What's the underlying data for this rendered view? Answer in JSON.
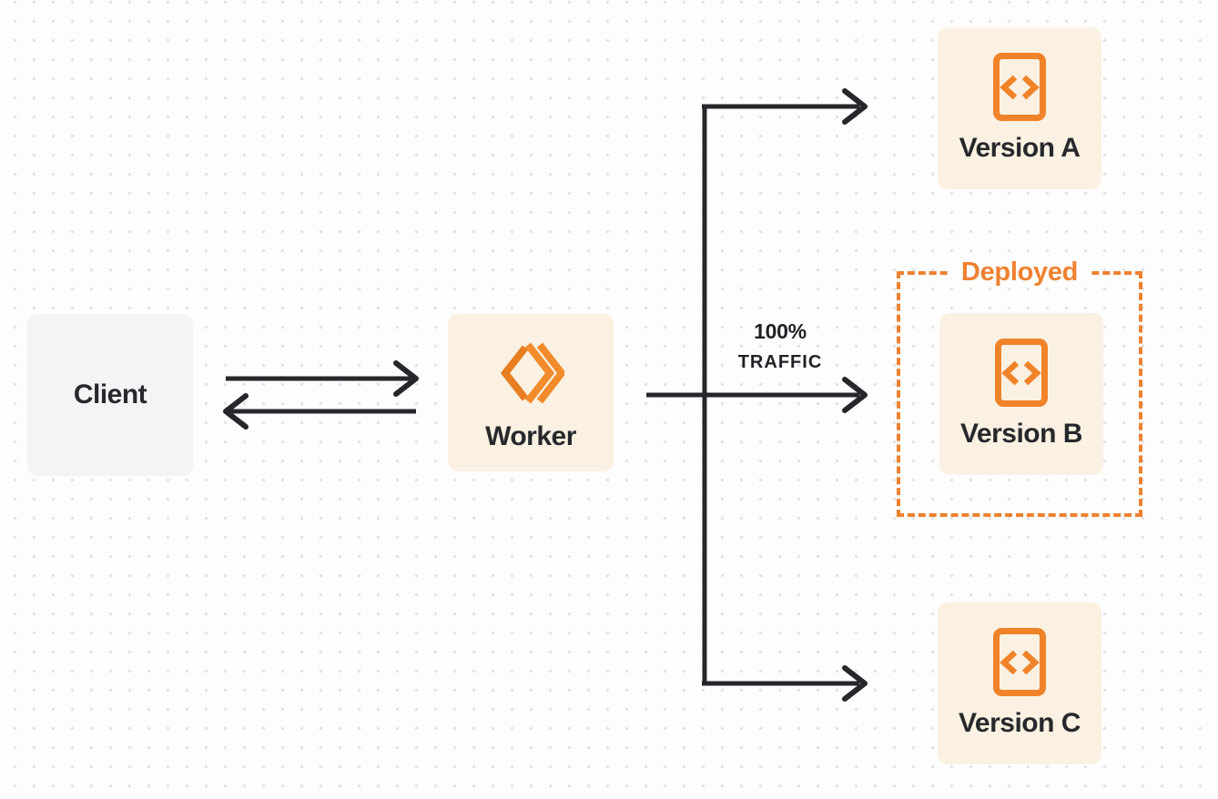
{
  "diagram": {
    "title": "worker-traffic-routing-diagram",
    "nodes": {
      "client": {
        "label": "Client"
      },
      "worker": {
        "label": "Worker"
      },
      "version_a": {
        "label": "Version A"
      },
      "version_b": {
        "label": "Version B"
      },
      "version_c": {
        "label": "Version C"
      }
    },
    "annotations": {
      "deployed_label": "Deployed",
      "traffic_pct": "100%",
      "traffic_word": "TRAFFIC"
    },
    "icons": {
      "worker_logo": "cloudflare-workers-logo",
      "version_icon": "code-file-icon"
    },
    "colors": {
      "accent_orange": "#ee8130",
      "logo_orange": "#f18b2c",
      "logo_orange_dark": "#e87e20",
      "box_cream": "#fbf1e2",
      "box_gray": "#f4f4f6",
      "arrow_dark": "#26272b",
      "background": "#fdfdfe",
      "dot_grid": "#e3e3e6",
      "label_dark": "#26282c"
    },
    "edges": [
      {
        "from": "client",
        "to": "worker",
        "direction": "right"
      },
      {
        "from": "worker",
        "to": "client",
        "direction": "left"
      },
      {
        "from": "worker",
        "to": "version_a"
      },
      {
        "from": "worker",
        "to": "version_b",
        "label": "100% TRAFFIC"
      },
      {
        "from": "worker",
        "to": "version_c"
      }
    ]
  }
}
